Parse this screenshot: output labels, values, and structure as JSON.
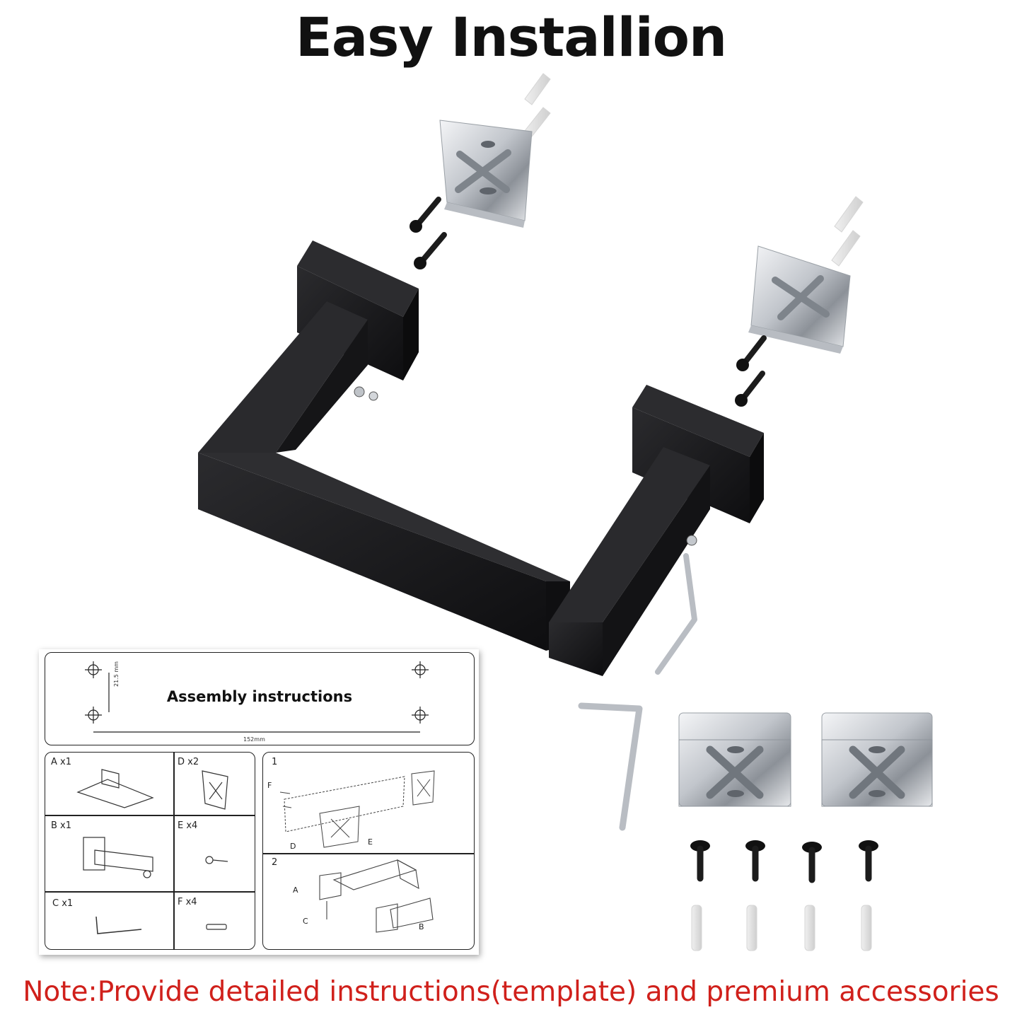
{
  "header": {
    "title": "Easy Installion"
  },
  "sheet": {
    "title": "Assembly instructions",
    "dimension_vertical": "21.5 mm",
    "dimension_horizontal": "152mm",
    "parts": [
      {
        "label": "A x1"
      },
      {
        "label": "D x2"
      },
      {
        "label": "B x1"
      },
      {
        "label": "E x4"
      },
      {
        "label": "C x1"
      },
      {
        "label": "F x4"
      }
    ],
    "steps": [
      {
        "number": "1",
        "callouts": [
          "F",
          "D",
          "E"
        ]
      },
      {
        "number": "2",
        "callouts": [
          "A",
          "C",
          "B"
        ]
      }
    ]
  },
  "footer": {
    "note": "Note:Provide detailed instructions(template) and premium accessories"
  },
  "colors": {
    "accent": "#d0201b",
    "product": "#1b1b1d",
    "chrome": "#c9cdd2"
  }
}
